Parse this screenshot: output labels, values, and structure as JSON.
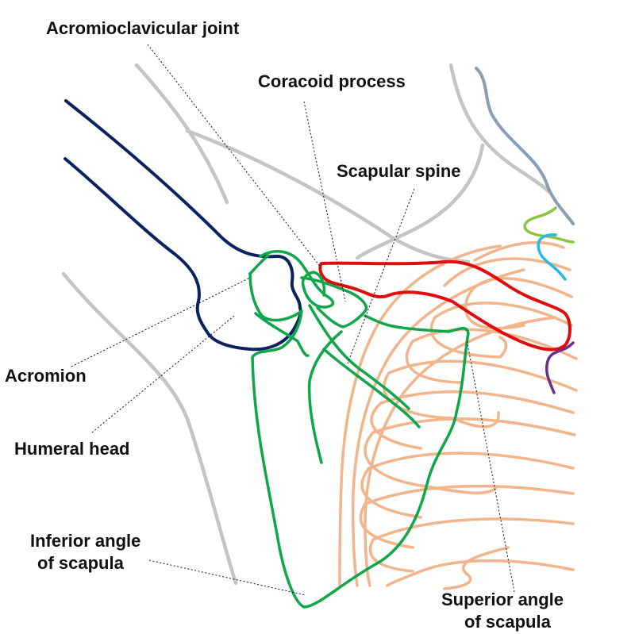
{
  "labels": {
    "acromioclavicular_joint": "Acromioclavicular joint",
    "coracoid_process": "Coracoid process",
    "scapular_spine": "Scapular spine",
    "acromion": "Acromion",
    "humeral_head": "Humeral head",
    "inferior_angle_line1": "Inferior angle",
    "inferior_angle_line2": "of scapula",
    "superior_angle_line1": "Superior angle",
    "superior_angle_line2": "of scapula"
  },
  "colors": {
    "humerus": "#0a2260",
    "scapula": "#10a64a",
    "clavicle": "#e00d0d",
    "ribs": "#f2b48a",
    "soft_tissue": "#c4c4c4",
    "cervical_spine": "#8a9eb8",
    "first_rib": "#8cc63f",
    "first_rib_inner": "#29b6e8",
    "sternum_edge": "#6a2e8c",
    "text": "#111111"
  }
}
